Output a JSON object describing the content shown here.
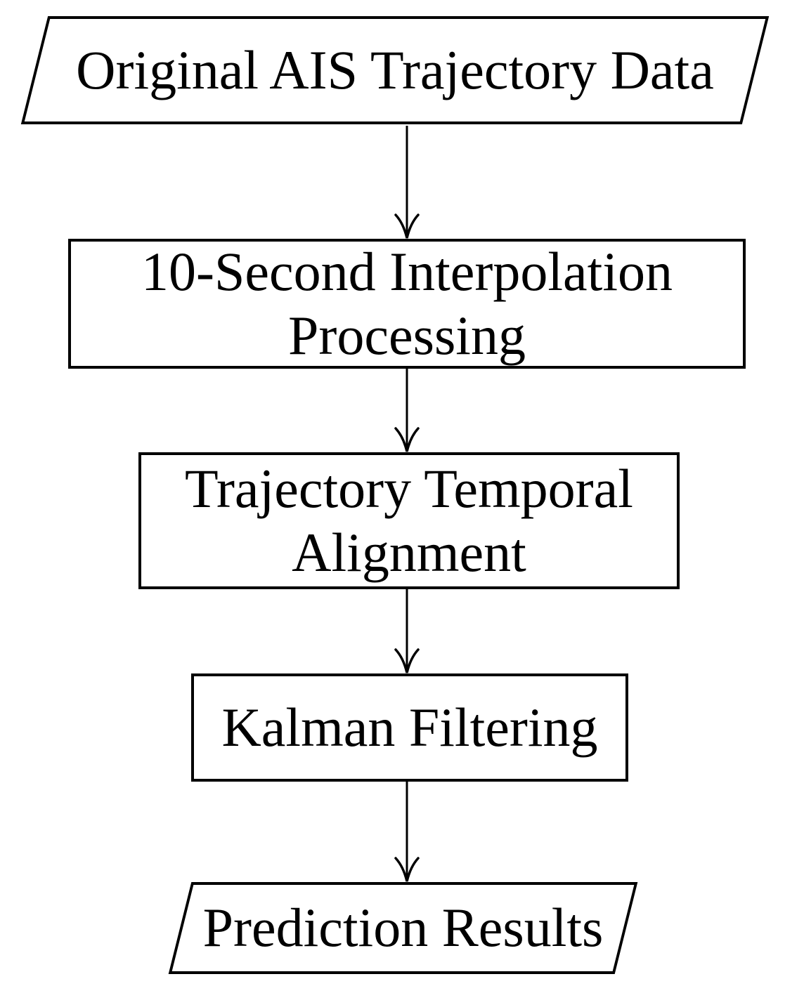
{
  "flowchart": {
    "background_color": "#ffffff",
    "stroke_color": "#000000",
    "text_color": "#000000",
    "nodes": [
      {
        "id": "original-ais-trajectory-data",
        "shape": "parallelogram",
        "label": "Original AIS Trajectory Data",
        "lines": [
          "Original AIS Trajectory Data"
        ]
      },
      {
        "id": "ten-second-interpolation-processing",
        "shape": "rectangle",
        "label": "10-Second Interpolation Processing",
        "lines": [
          "10-Second Interpolation",
          "Processing"
        ]
      },
      {
        "id": "trajectory-temporal-alignment",
        "shape": "rectangle",
        "label": "Trajectory Temporal Alignment",
        "lines": [
          "Trajectory Temporal",
          "Alignment"
        ]
      },
      {
        "id": "kalman-filtering",
        "shape": "rectangle",
        "label": "Kalman Filtering",
        "lines": [
          "Kalman Filtering"
        ]
      },
      {
        "id": "prediction-results",
        "shape": "parallelogram",
        "label": "Prediction Results",
        "lines": [
          "Prediction Results"
        ]
      }
    ],
    "edges": [
      {
        "from": "original-ais-trajectory-data",
        "to": "ten-second-interpolation-processing",
        "direction": "down"
      },
      {
        "from": "ten-second-interpolation-processing",
        "to": "trajectory-temporal-alignment",
        "direction": "down"
      },
      {
        "from": "trajectory-temporal-alignment",
        "to": "kalman-filtering",
        "direction": "down"
      },
      {
        "from": "kalman-filtering",
        "to": "prediction-results",
        "direction": "down"
      }
    ]
  }
}
